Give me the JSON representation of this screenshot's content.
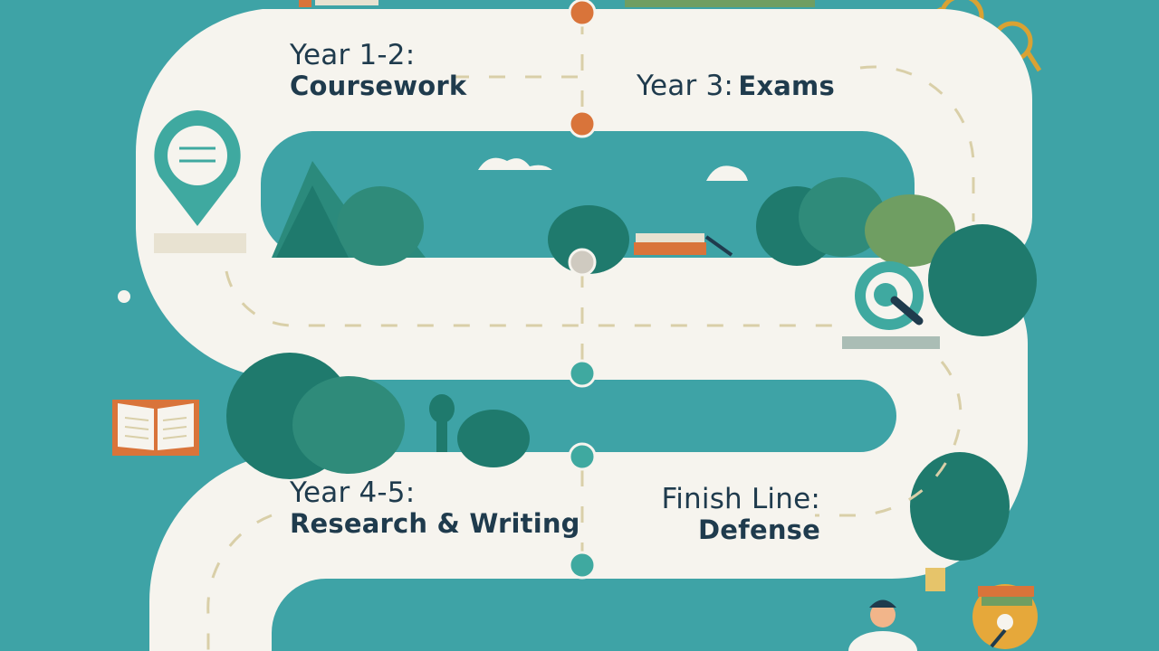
{
  "milestones": [
    {
      "id": "coursework",
      "line1": "Year 1-2:",
      "line2": "Coursework"
    },
    {
      "id": "exams",
      "line1": "Year 3:",
      "line2": "Exams"
    },
    {
      "id": "research",
      "line1": "Year 4-5:",
      "line2": "Research & Writing"
    },
    {
      "id": "defense",
      "line1": "Finish Line:",
      "line2": "Defense"
    }
  ],
  "colors": {
    "background": "#3ea3a6",
    "road": "#f6f4ee",
    "dash": "#d9cfa8",
    "text": "#1f3b4d",
    "accent_orange": "#d9743a",
    "accent_teal": "#3fa9a0",
    "tree_dark": "#1f7a6d",
    "tree_mid": "#2f8b7a",
    "tree_light": "#6f9e62"
  },
  "icons": [
    "map-pin-icon",
    "open-book-icon",
    "magnifier-icon",
    "glasses-icon",
    "book-stack-icon",
    "student-figure",
    "cloud-icon",
    "tree-icon",
    "mountain-icon"
  ]
}
